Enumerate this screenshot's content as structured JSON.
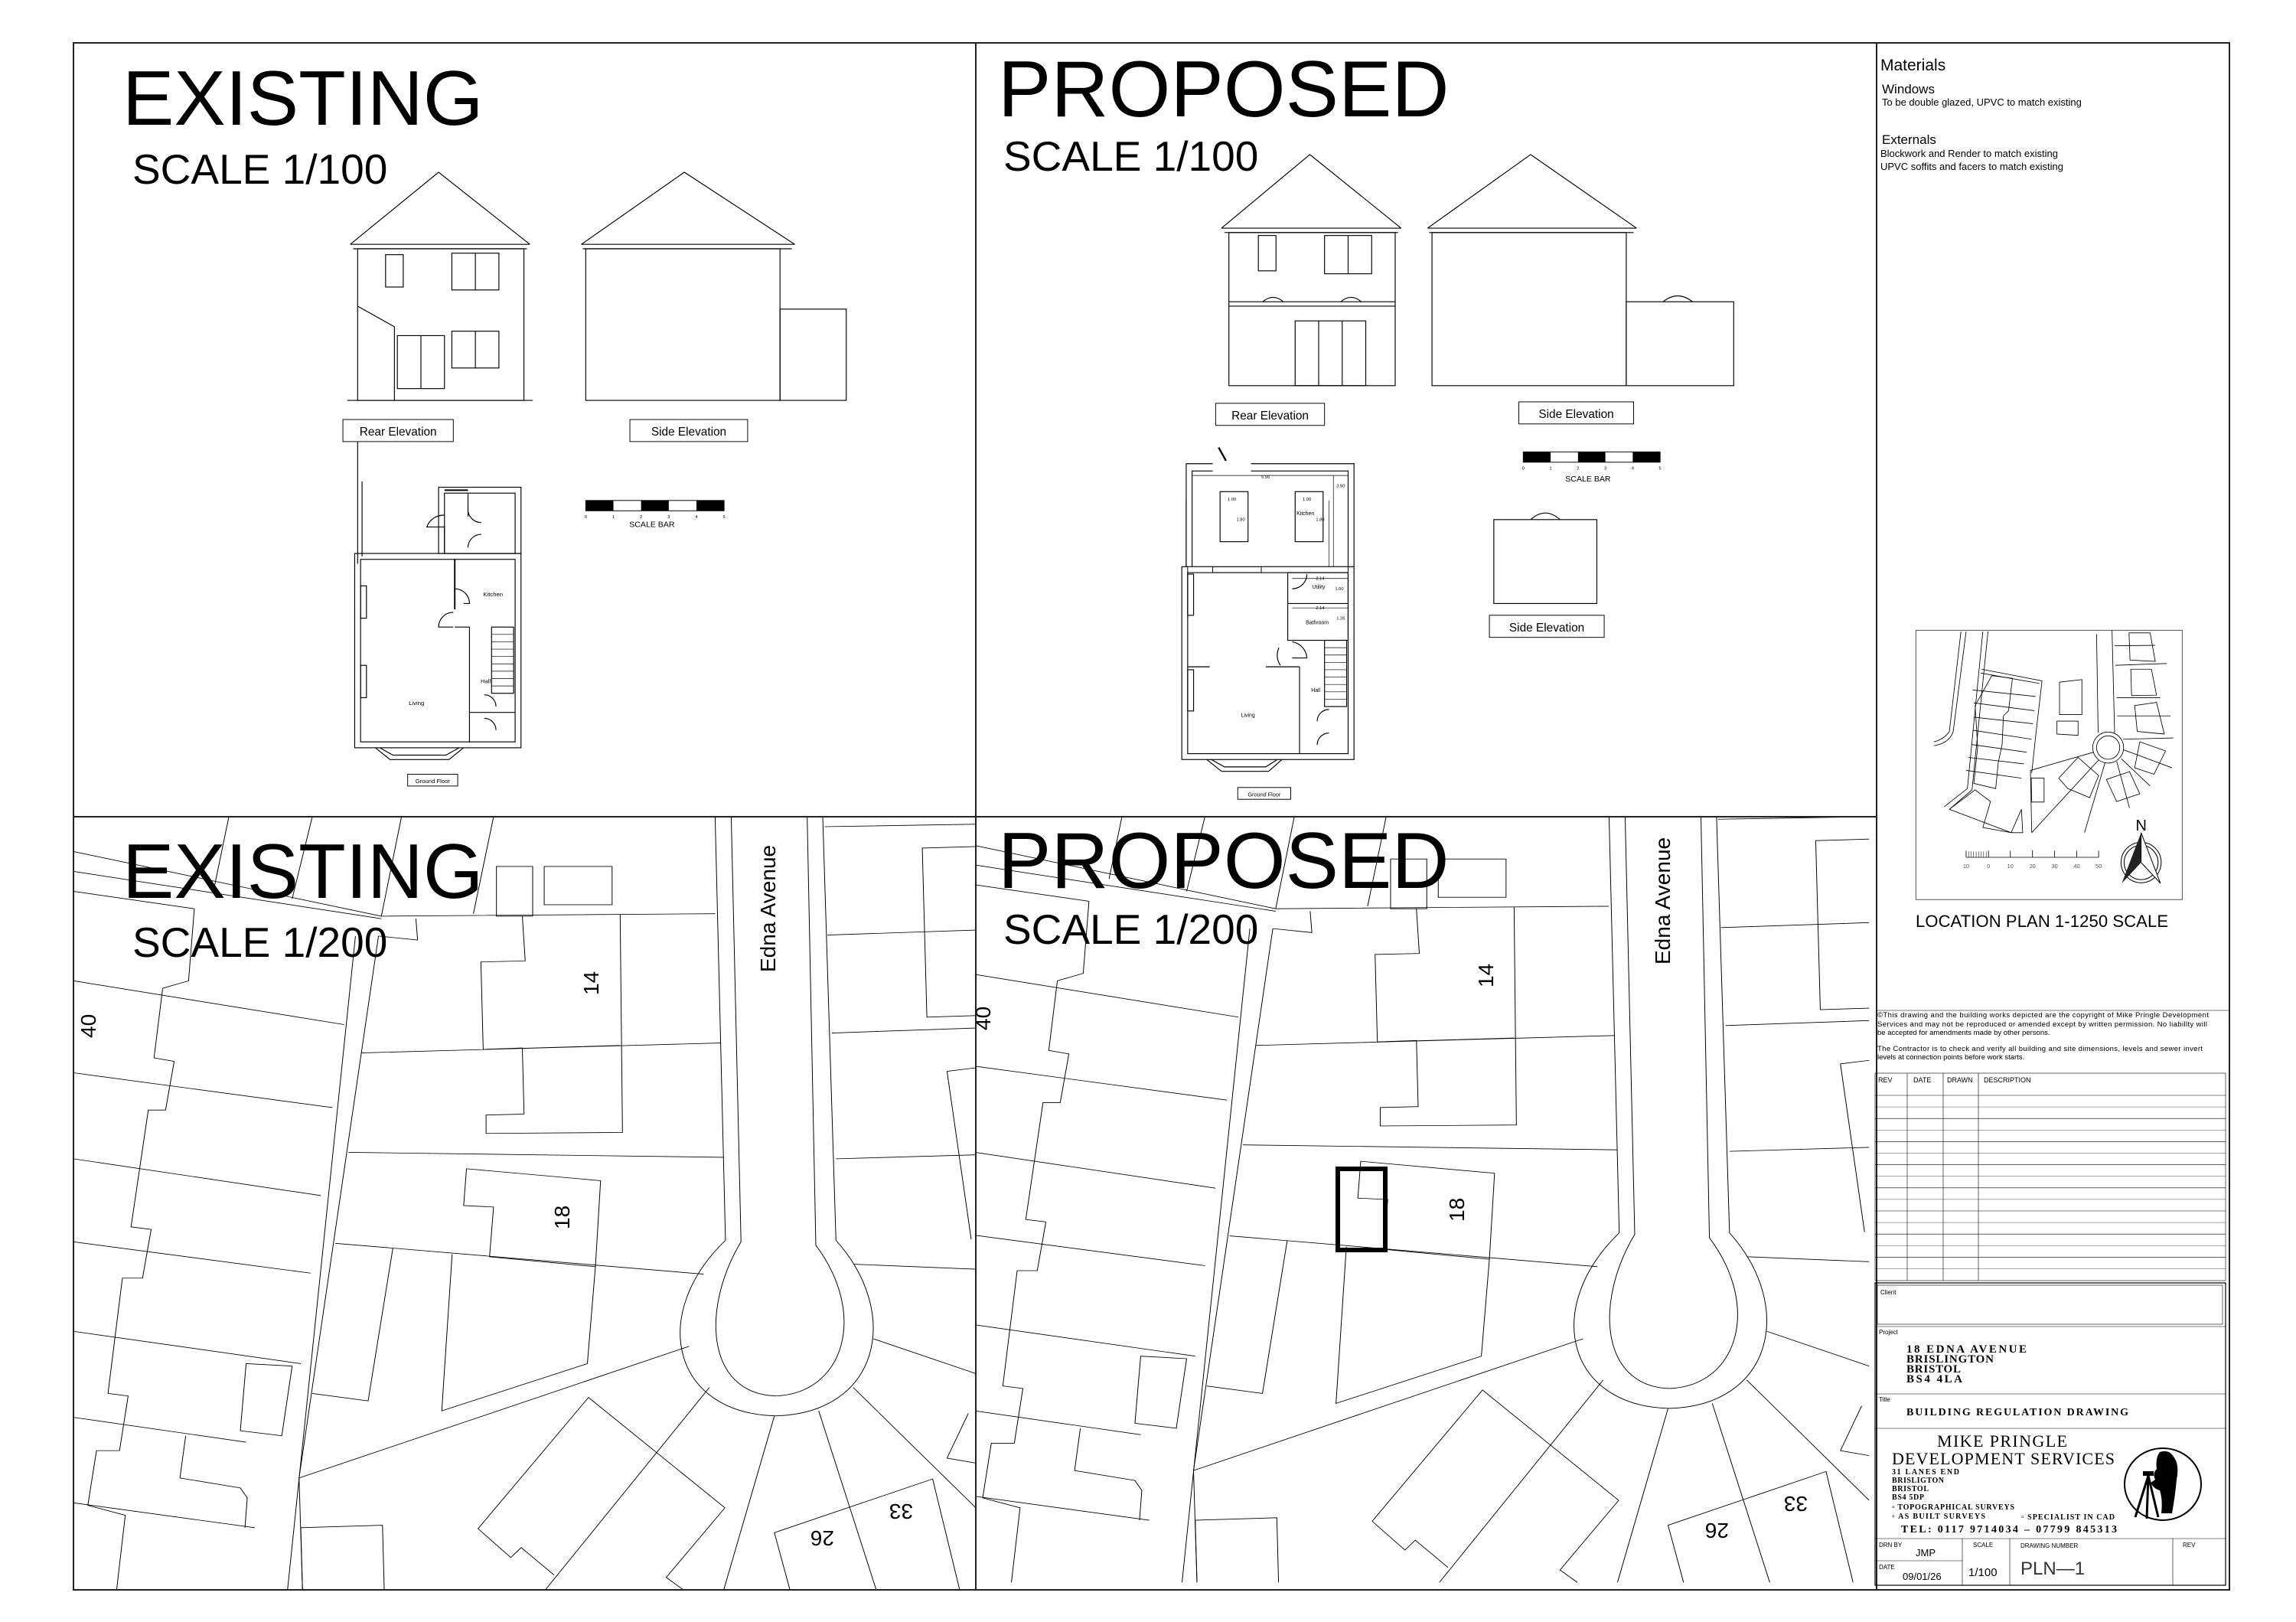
{
  "panels": {
    "existing_top": {
      "title": "EXISTING",
      "scale": "SCALE 1/100"
    },
    "proposed_top": {
      "title": "PROPOSED",
      "scale": "SCALE 1/100"
    },
    "existing_bottom": {
      "title": "EXISTING",
      "scale": "SCALE 1/200"
    },
    "proposed_bottom": {
      "title": "PROPOSED",
      "scale": "SCALE 1/200"
    }
  },
  "elevations": {
    "existing_rear": "Rear Elevation",
    "existing_side": "Side Elevation",
    "proposed_rear": "Rear Elevation",
    "proposed_side": "Side Elevation",
    "proposed_side_small": "Side Elevation"
  },
  "scale_bar": {
    "label": "SCALE BAR",
    "ticks": [
      "0",
      "1",
      "2",
      "3",
      "4",
      "5"
    ]
  },
  "existing_plan": {
    "label": "Ground Floor",
    "rooms": {
      "kitchen": "Kitchen",
      "hall": "Hall",
      "living": "Living"
    }
  },
  "proposed_plan": {
    "label": "Ground Floor",
    "rooms": {
      "kitchen": "Kitchen",
      "utility": "Utility",
      "bathroom": "Bathroom",
      "hall": "Hall",
      "living": "Living"
    },
    "dims": [
      "5.56",
      "3.50",
      "1.00",
      "1.80",
      "1.00",
      "1.80",
      "2.14",
      "1.00",
      "2.14",
      "1.26"
    ]
  },
  "site_plan": {
    "road": "Edna Avenue",
    "house_numbers": {
      "n14": "14",
      "n18": "18",
      "n40": "40",
      "n26": "26",
      "n33": "33"
    }
  },
  "materials": {
    "heading": "Materials",
    "windows_heading": "Windows",
    "windows_text": "To be double glazed, UPVC to match existing",
    "externals_heading": "Externals",
    "externals_lines": [
      "Blockwork and Render to match existing",
      "UPVC soffits and facers to match existing"
    ]
  },
  "location_plan": {
    "caption": "LOCATION PLAN 1-1250 SCALE",
    "scale_ticks": [
      "10",
      "0",
      "10",
      "20",
      "30",
      "40",
      "50"
    ],
    "north": "N"
  },
  "notes": {
    "copyright": [
      "©This drawing and the building works depicted are the copyright of Mike Pringle Development",
      "Services and may not be reproduced or amended except by written permission. No liabillty will",
      "be accepted for amendments made by other persons."
    ],
    "contractor": [
      "The Contractor is to check and verify all building and site dimensions, levels and sewer invert",
      "levels at connection points before work starts."
    ]
  },
  "revision_table": {
    "headers": [
      "REV",
      "DATE",
      "DRAWN",
      "DESCRIPTION"
    ],
    "rows": []
  },
  "title_block": {
    "client_label": "Client",
    "client": "",
    "project_label": "Project",
    "project_lines": [
      "18  EDNA  AVENUE",
      "BRISLINGTON",
      "BRISTOL",
      "BS4  4LA"
    ],
    "title_label": "Title",
    "title": "BUILDING  REGULATION  DRAWING",
    "company": {
      "name1": "MIKE  PRINGLE",
      "name2": "DEVELOPMENT  SERVICES",
      "address": [
        "31  LANES  END",
        "BRISLIGTON",
        "BRISTOL",
        "BS4  5DP"
      ],
      "services": [
        "▫ TOPOGRAPHICAL  SURVEYS",
        "▫ AS  BUILT  SURVEYS",
        "▫ SPECIALIST  IN  CAD"
      ],
      "tel": "TEL:  0117  9714034  –  07799  845313",
      "logo_icon": "surveyor-with-tripod"
    },
    "drn_by_label": "DRN  BY",
    "drn_by": "JMP",
    "date_label": "DATE",
    "date": "09/01/26",
    "scale_label": "SCALE",
    "scale": "1/100",
    "drawing_number_label": "DRAWING  NUMBER",
    "drawing_number": "PLN—1",
    "rev_label": "REV",
    "rev": ""
  }
}
